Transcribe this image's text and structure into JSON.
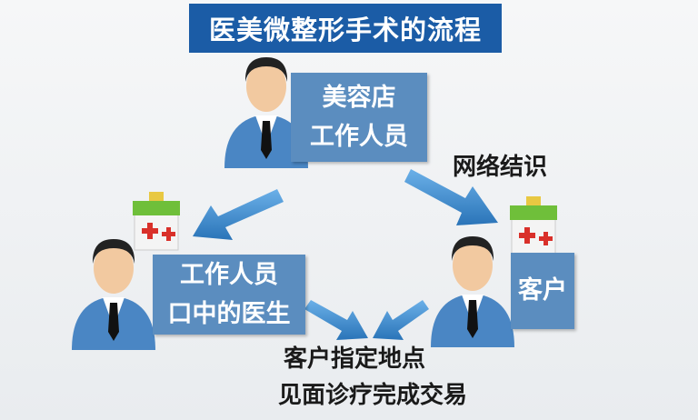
{
  "title": "医美微整形手术的流程",
  "nodes": {
    "salon_staff": {
      "line1": "美容店",
      "line2": "工作人员"
    },
    "doctor": {
      "line1": "工作人员",
      "line2": "口中的医生"
    },
    "customer": {
      "line1": "客户"
    }
  },
  "edge_label": "网络结识",
  "result": {
    "line1": "客户指定地点",
    "line2": "见面诊疗完成交易"
  },
  "colors": {
    "title_bg": "#1b5ca6",
    "box_bg": "#5b8dbf",
    "arrow": "#3c86c8"
  }
}
